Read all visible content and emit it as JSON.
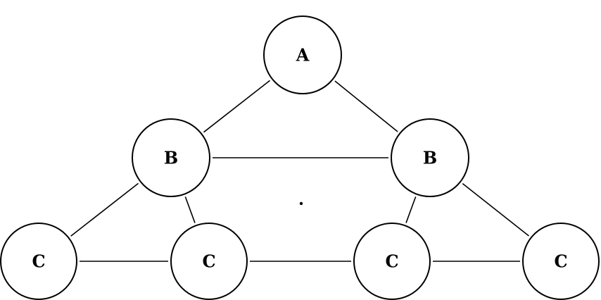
{
  "diagram": {
    "type": "tree-graph",
    "nodes": [
      {
        "id": "a",
        "label": "A"
      },
      {
        "id": "b1",
        "label": "B"
      },
      {
        "id": "b2",
        "label": "B"
      },
      {
        "id": "c1",
        "label": "C"
      },
      {
        "id": "c2",
        "label": "C"
      },
      {
        "id": "c3",
        "label": "C"
      },
      {
        "id": "c4",
        "label": "C"
      }
    ],
    "edges": [
      [
        "a",
        "b1"
      ],
      [
        "a",
        "b2"
      ],
      [
        "b1",
        "b2"
      ],
      [
        "b1",
        "c1"
      ],
      [
        "b1",
        "c2"
      ],
      [
        "b2",
        "c3"
      ],
      [
        "b2",
        "c4"
      ],
      [
        "c1",
        "c2"
      ],
      [
        "c2",
        "c3"
      ],
      [
        "c3",
        "c4"
      ]
    ]
  }
}
